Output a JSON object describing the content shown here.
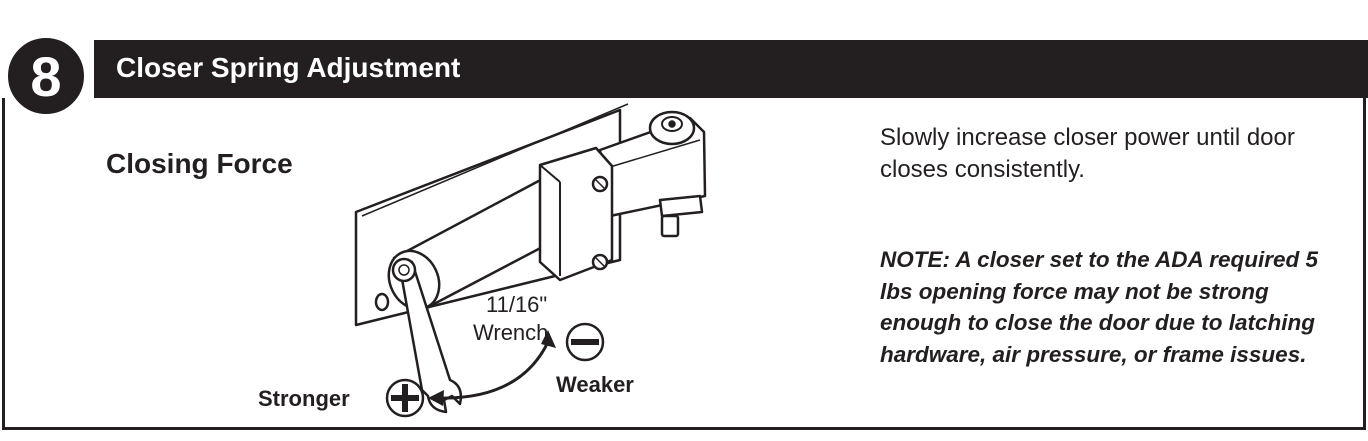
{
  "step": {
    "number": "8",
    "title": "Closer Spring Adjustment"
  },
  "illustration": {
    "heading": "Closing Force",
    "wrench_size": "11/16\"",
    "wrench_label": "Wrench",
    "stronger_label": "Stronger",
    "weaker_label": "Weaker",
    "icons": [
      "plus-circle-icon",
      "minus-circle-icon",
      "curved-double-arrow-icon",
      "wrench-icon"
    ]
  },
  "instructions": {
    "text": "Slowly increase closer power until door closes consistently.",
    "note": "NOTE: A closer set to the ADA required 5 lbs opening force may not be strong enough to close the door due to latching hardware, air pressure, or frame issues."
  },
  "colors": {
    "dark": "#231f20",
    "background": "#ffffff"
  }
}
